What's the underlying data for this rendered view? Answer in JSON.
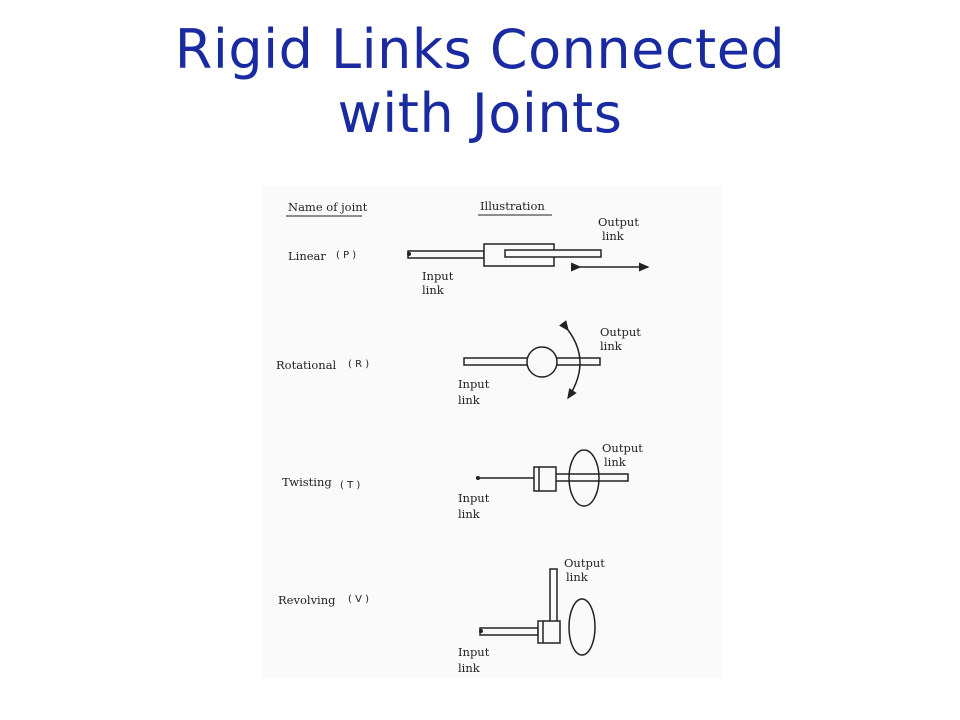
{
  "title": {
    "line1": "Rigid Links Connected",
    "line2": "with Joints"
  },
  "table": {
    "header_name": "Name of joint",
    "header_illustration": "Illustration"
  },
  "joints": [
    {
      "name": "Linear",
      "symbol": "( P )",
      "input": [
        "Input",
        "link"
      ],
      "output": [
        "Output",
        "link"
      ]
    },
    {
      "name": "Rotational",
      "symbol": "( R )",
      "input": [
        "Input",
        "link"
      ],
      "output": [
        "Output",
        "link"
      ]
    },
    {
      "name": "Twisting",
      "symbol": "( T )",
      "input": [
        "Input",
        "link"
      ],
      "output": [
        "Output",
        "link"
      ]
    },
    {
      "name": "Revolving",
      "symbol": "( V )",
      "input": [
        "Input",
        "link"
      ],
      "output": [
        "Output",
        "link"
      ]
    }
  ],
  "colors": {
    "title": "#1a2aa0",
    "ink": "#222222"
  }
}
